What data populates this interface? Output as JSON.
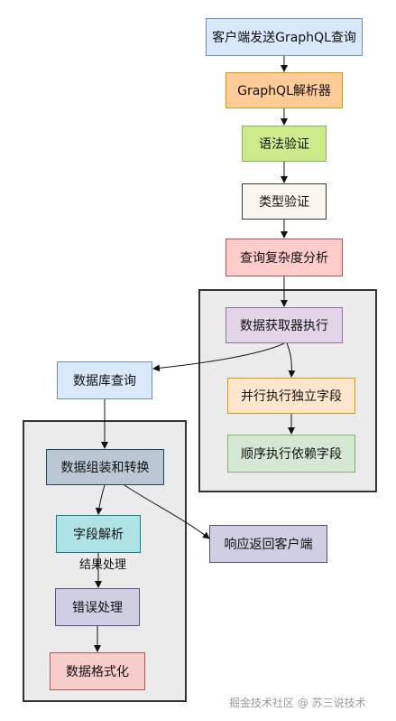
{
  "nodes": {
    "client_send_query": {
      "label": "客户端发送GraphQL查询",
      "fill": "#dae8fc",
      "stroke": "#6c8ebf"
    },
    "graphql_parser": {
      "label": "GraphQL解析器",
      "fill": "#ffcc99",
      "stroke": "#d79b00"
    },
    "syntax_validation": {
      "label": "语法验证",
      "fill": "#cdeb8b",
      "stroke": "#82b366"
    },
    "type_validation": {
      "label": "类型验证",
      "fill": "#f9f7ed",
      "stroke": "#36393d"
    },
    "complexity_analysis": {
      "label": "查询复杂度分析",
      "fill": "#ffcccc",
      "stroke": "#b85450"
    },
    "data_fetcher_execution": {
      "label": "数据获取器执行",
      "fill": "#e1d5e7",
      "stroke": "#9673a6"
    },
    "parallel_fields": {
      "label": "并行执行独立字段",
      "fill": "#ffe6cc",
      "stroke": "#d79b00"
    },
    "sequential_fields": {
      "label": "顺序执行依赖字段",
      "fill": "#d5e8d4",
      "stroke": "#82b366"
    },
    "database_query": {
      "label": "数据库查询",
      "fill": "#dae8fc",
      "stroke": "#6c8ebf"
    },
    "assemble_transform": {
      "label": "数据组装和转换",
      "fill": "#bac8d3",
      "stroke": "#23445d"
    },
    "field_resolution": {
      "label": "字段解析",
      "fill": "#b0e3e6",
      "stroke": "#0e8088"
    },
    "error_handling": {
      "label": "错误处理",
      "fill": "#d0cee2",
      "stroke": "#56517e"
    },
    "data_formatting": {
      "label": "数据格式化",
      "fill": "#f8cecc",
      "stroke": "#b85450"
    },
    "respond_client": {
      "label": "响应返回客户端",
      "fill": "#d0cee2",
      "stroke": "#56517e"
    }
  },
  "result_processing_label": "结果处理",
  "watermark": "掘金技术社区 @ 苏三说技术",
  "edges": [
    {
      "from": "client_send_query",
      "to": "graphql_parser"
    },
    {
      "from": "graphql_parser",
      "to": "syntax_validation"
    },
    {
      "from": "syntax_validation",
      "to": "type_validation"
    },
    {
      "from": "type_validation",
      "to": "complexity_analysis"
    },
    {
      "from": "complexity_analysis",
      "to": "data_fetcher_execution"
    },
    {
      "from": "data_fetcher_execution",
      "to": "database_query"
    },
    {
      "from": "data_fetcher_execution",
      "to": "parallel_fields"
    },
    {
      "from": "parallel_fields",
      "to": "sequential_fields"
    },
    {
      "from": "database_query",
      "to": "assemble_transform"
    },
    {
      "from": "assemble_transform",
      "to": "field_resolution"
    },
    {
      "from": "assemble_transform",
      "to": "respond_client"
    },
    {
      "from": "field_resolution",
      "to": "error_handling"
    },
    {
      "from": "error_handling",
      "to": "data_formatting"
    }
  ]
}
